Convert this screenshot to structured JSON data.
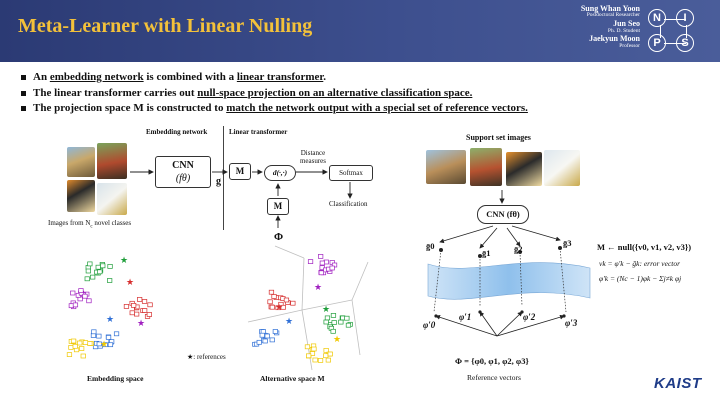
{
  "header": {
    "title": "Meta-Learner with Linear Nulling",
    "authors": [
      {
        "name": "Sung Whan Yoon",
        "role": "Postdoctoral Researcher"
      },
      {
        "name": "Jun Seo",
        "role": "Ph. D. Student"
      },
      {
        "name": "Jaekyun Moon",
        "role": "Professor"
      }
    ],
    "logo_letters": [
      "N",
      "I",
      "P",
      "S"
    ]
  },
  "bullets": [
    {
      "pre": "An ",
      "u1": "embedding network",
      "mid": " is combined with a ",
      "u2": "linear transformer",
      "post": "."
    },
    {
      "pre": "The linear transformer carries out ",
      "u1": "null-space projection on an alternative classification space.",
      "mid": "",
      "u2": "",
      "post": ""
    },
    {
      "pre": "The projection space M is constructed to ",
      "u1": "match the network output with a special set of reference vectors.",
      "mid": "",
      "u2": "",
      "post": ""
    }
  ],
  "left_diagram": {
    "embedding_network_label": "Embedding network",
    "linear_transformer_label": "Linear transformer",
    "cnn_label": "CNN",
    "cnn_param": "(fθ)",
    "g_label": "g",
    "m_label": "M",
    "d_label": "d(·,·)",
    "distance_label": "Distance measures",
    "softmax_label": "Softmax",
    "classification_label": "Classification",
    "m2_label": "M",
    "phi_label": "Φ",
    "images_caption": "Images from N",
    "images_caption_sub": "c",
    "images_caption_post": " novel classes"
  },
  "scatter": {
    "embedding_space_label": "Embedding space",
    "alternative_space_label": "Alternative space M",
    "references_label": ": references",
    "reference_star": "★",
    "star_colors": [
      "#1f9e3a",
      "#d62d2d",
      "#2f6fd6",
      "#a020c0",
      "#f0c800"
    ]
  },
  "right_diagram": {
    "support_label": "Support set images",
    "cnn_label": "CNN (fθ)",
    "g_labels": [
      "ḡ0",
      "ḡ1",
      "ḡ2",
      "ḡ3"
    ],
    "phi_labels": [
      "φ′0",
      "φ′1",
      "φ′2",
      "φ′3"
    ],
    "eq1": "M ← null({v0, v1, v2, v3})",
    "eq2": "vk = φ′k − ḡk: error vector",
    "eq3": "φ′k = (Nc − 1)φk − Σj≠k φj",
    "phi_set": "Φ = {φ0, φ1, φ2, φ3}",
    "reference_vectors_label": "Reference vectors"
  },
  "footer": {
    "kaist": "KAIST"
  }
}
